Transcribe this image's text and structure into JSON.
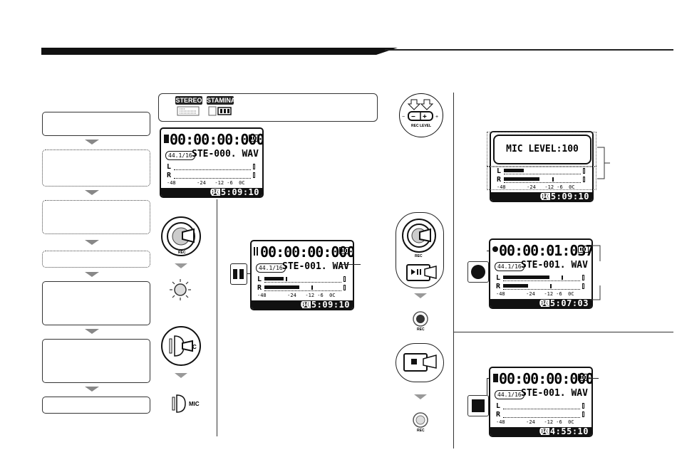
{
  "modes": {
    "stereo_label": "STEREO",
    "stamina_label": "STAMINA"
  },
  "screen_main": {
    "time": "00:00:00:000",
    "format": "44.1/16",
    "filename": "STE-000. WAV",
    "ch_left": "L",
    "ch_right": "R",
    "scale": "-48       -24   -12 -6  0C",
    "sd": "SD",
    "remaining": "005:09:10"
  },
  "screen_standby": {
    "time": "00:00:00:000",
    "format": "44.1/16",
    "filename": "STE-001. WAV",
    "ch_left": "L",
    "ch_right": "R",
    "scale": "-48       -24   -12 -6  0C",
    "sd": "SD",
    "remaining": "005:09:10"
  },
  "screen_miclevel": {
    "message": "MIC LEVEL:100",
    "ch_left": "L",
    "ch_right": "R",
    "scale": "-48       -24   -12 -6  0C",
    "sd": "SD",
    "remaining": "005:09:10"
  },
  "screen_recording": {
    "time": "00:00:01:037",
    "format": "44.1/16",
    "filename": "STE-001. WAV",
    "ch_left": "L",
    "ch_right": "R",
    "scale": "-48       -24   -12 -6  0C",
    "sd": "SD",
    "remaining": "005:07:03"
  },
  "screen_stopped": {
    "time": "00:00:00:000",
    "format": "44.1/16",
    "filename": "STE-001. WAV",
    "ch_left": "L",
    "ch_right": "R",
    "scale": "-48       -24   -12 -6  0C",
    "sd": "SD",
    "remaining": "004:55:10"
  },
  "buttons": {
    "rec_label": "REC",
    "mic_label": "MIC",
    "rec_level_label": "REC LEVEL",
    "minus": "−",
    "plus": "+"
  },
  "meters": {
    "main": {
      "left": 0.0,
      "right": 0.0
    },
    "standby": {
      "left": 0.25,
      "right": 0.45
    },
    "miclevel": {
      "left": 0.26,
      "right": 0.46
    },
    "recording": {
      "left": 0.6,
      "right": 0.32
    },
    "stopped": {
      "left": 0.0,
      "right": 0.0
    }
  }
}
